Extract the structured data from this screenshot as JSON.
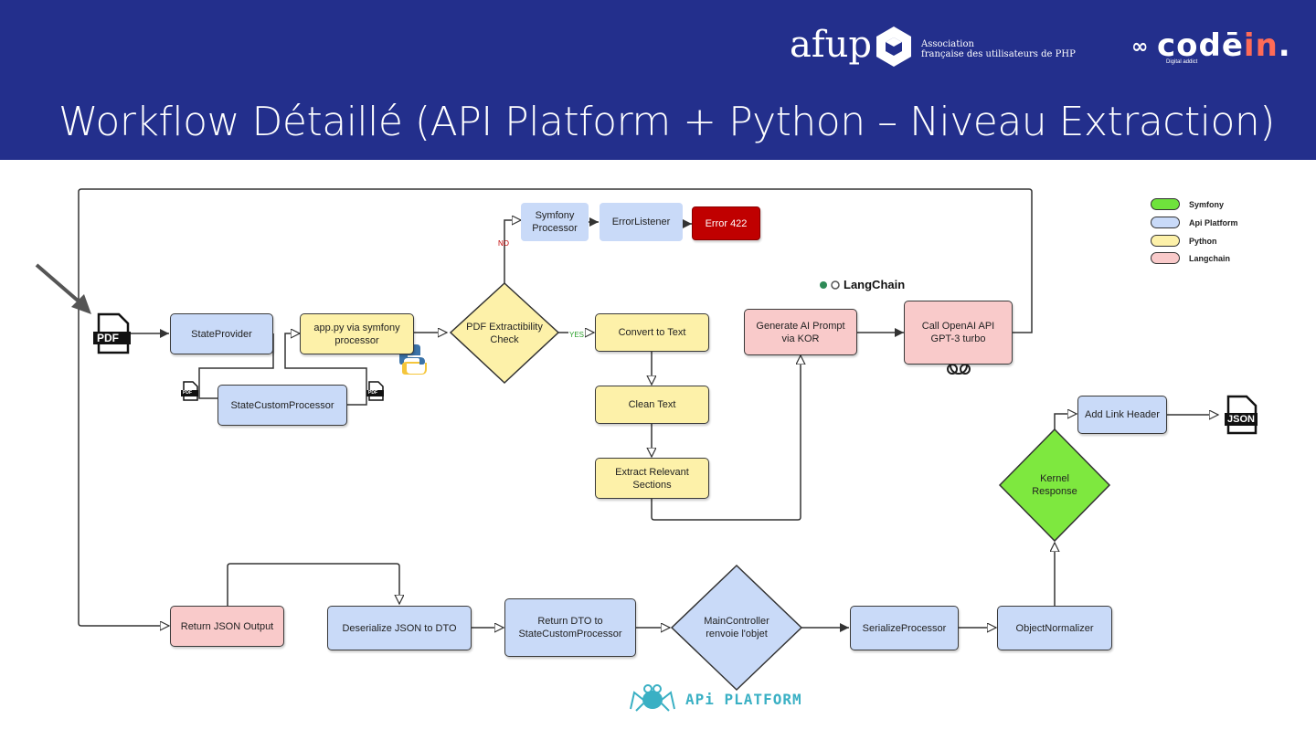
{
  "header": {
    "title": "Workflow Détaillé (API Platform + Python – Niveau Extraction)",
    "afup_logo": "afup",
    "afup_desc_line1": "Association",
    "afup_desc_line2": "française des utilisateurs de PHP",
    "codein_logo_main": "cod",
    "codein_logo_accent_e": "ē",
    "codein_logo_in": "in",
    "codein_logo_dot": ".",
    "codein_tagline": "Digital addict"
  },
  "legend": [
    {
      "label": "Symfony",
      "color": "#6fe33c"
    },
    {
      "label": "Api Platform",
      "color": "#c9daf8"
    },
    {
      "label": "Python",
      "color": "#fdf1a9"
    },
    {
      "label": "Langchain",
      "color": "#f9caca"
    }
  ],
  "nodes": {
    "state_provider": "StateProvider",
    "app_py": "app.py via symfony processor",
    "state_custom_processor": "StateCustomProcessor",
    "pdf_check": "PDF Extractibility Check",
    "symfony_processor": "Symfony Processor",
    "error_listener": "ErrorListener",
    "error_422": "Error 422",
    "convert_to_text": "Convert to Text",
    "clean_text": "Clean Text",
    "extract_sections": "Extract Relevant Sections",
    "generate_prompt": "Generate AI Prompt via KOR",
    "call_openai": "Call OpenAI API GPT-3 turbo",
    "add_link_header": "Add Link Header",
    "kernel_response": "Kernel Response",
    "return_json": "Return JSON Output",
    "deserialize": "Deserialize JSON to DTO",
    "return_dto": "Return DTO to StateCustomProcessor",
    "main_controller": "MainController renvoie l'objet",
    "serialize_processor": "SerializeProcessor",
    "object_normalizer": "ObjectNormalizer"
  },
  "edge_labels": {
    "no": "NO",
    "yes": "YES"
  },
  "file_icons": {
    "pdf": "PDF",
    "json": "JSON"
  },
  "logos": {
    "langchain": "LangChain",
    "api_platform": "APi PLATFORM"
  },
  "colors": {
    "header_bg": "#232f8c",
    "symfony_green": "#7ee83f",
    "api_blue": "#c9daf8",
    "python_yellow": "#fdf1a9",
    "langchain_pink": "#f9caca",
    "error_red": "#c00000"
  }
}
